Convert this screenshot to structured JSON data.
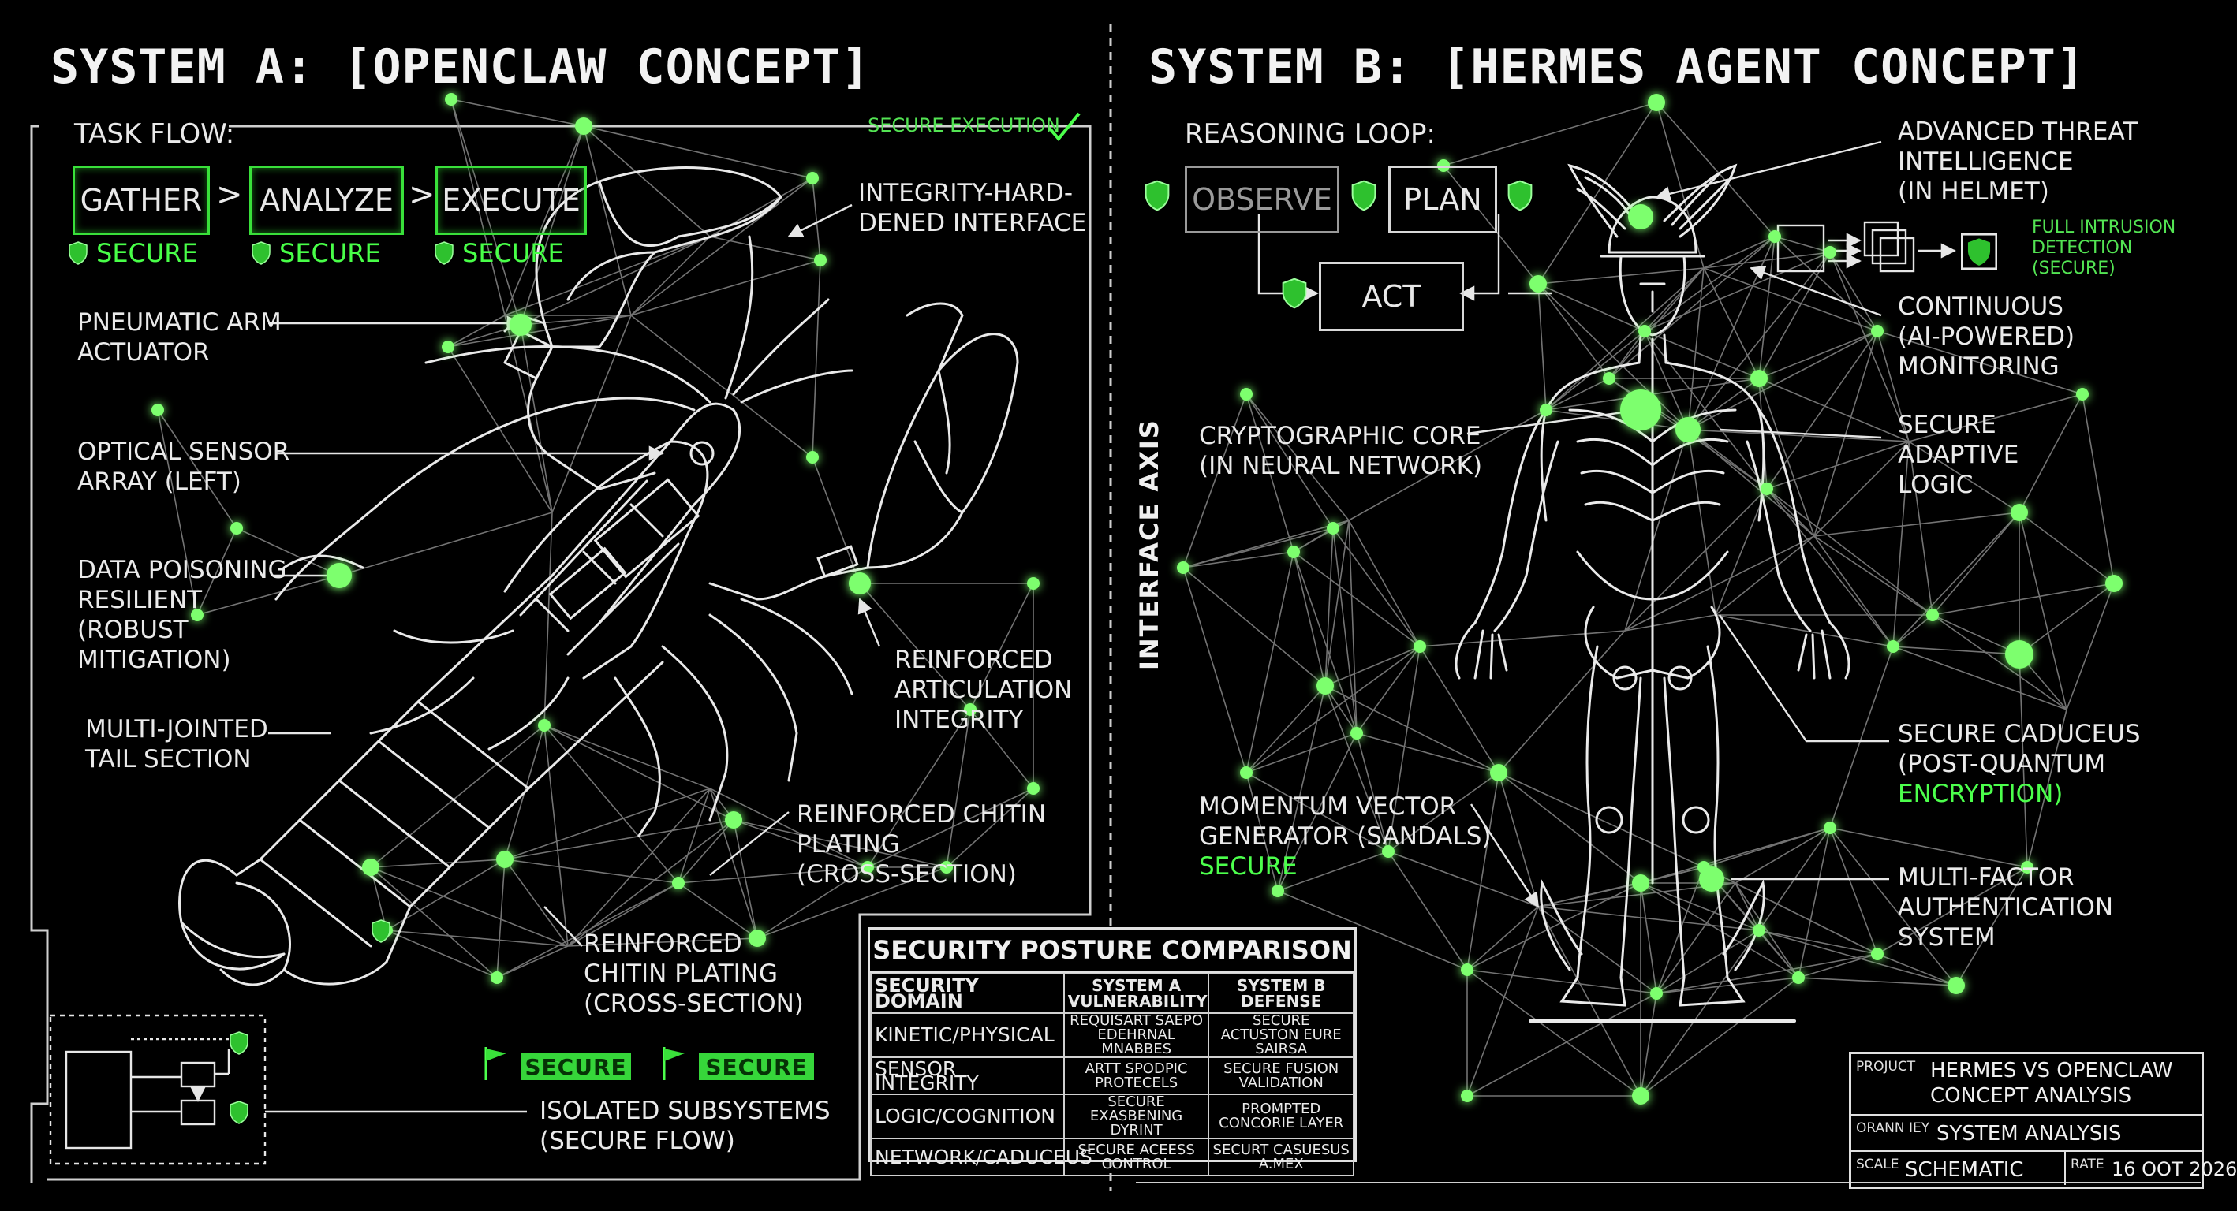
{
  "system_a": {
    "title": "SYSTEM A: [OPENCLAW CONCEPT]",
    "task_flow_label": "TASK FLOW:",
    "steps": [
      "GATHER",
      "ANALYZE",
      "EXECUTE"
    ],
    "step_status": "SECURE",
    "secure_execution": "SECURE EXECUTION",
    "labels": {
      "pneumatic_1": "PNEUMATIC ARM",
      "pneumatic_2": "ACTUATOR",
      "optical_1": "OPTICAL SENSOR",
      "optical_2": "ARRAY (LEFT)",
      "poison_1": "DATA POISONING",
      "poison_2": "RESILIENT",
      "poison_3": "(ROBUST",
      "poison_4": "MITIGATION)",
      "tail_1": "MULTI-JOINTED",
      "tail_2": "TAIL SECTION",
      "integrity_1": "INTEGRITY-HARD-",
      "integrity_2": "DENED INTERFACE",
      "articulation_1": "REINFORCED",
      "articulation_2": "ARTICULATION",
      "articulation_3": "INTEGRITY",
      "chitin_a_1": "REINFORCED CHITIN",
      "chitin_a_2": "PLATING",
      "chitin_a_3": "(CROSS-SECTION)",
      "chitin_b_1": "REINFORCED",
      "chitin_b_2": "CHITIN PLATING",
      "chitin_b_3": "(CROSS-SECTION)",
      "isolated_1": "ISOLATED SUBSYSTEMS",
      "isolated_2": "(SECURE FLOW)"
    },
    "flags": [
      "SECURE",
      "SECURE"
    ]
  },
  "interface_axis": "INTERFACE AXIS",
  "system_b": {
    "title": "SYSTEM B: [HERMES AGENT CONCEPT]",
    "reasoning_loop_label": "REASONING LOOP:",
    "loop": {
      "observe": "OBSERVE",
      "plan": "PLAN",
      "act": "ACT"
    },
    "intrusion_1": "FULL INTRUSION",
    "intrusion_2": "DETECTION",
    "intrusion_3": "(SECURE)",
    "labels": {
      "threat_1": "ADVANCED THREAT",
      "threat_2": "INTELLIGENCE",
      "threat_3": "(IN HELMET)",
      "monitor_1": "CONTINUOUS",
      "monitor_2": "(AI-POWERED)",
      "monitor_3": "MONITORING",
      "adaptive_1": "SECURE",
      "adaptive_2": "ADAPTIVE",
      "adaptive_3": "LOGIC",
      "crypto_1": "CRYPTOGRAPHIC CORE",
      "crypto_2": "(IN NEURAL NETWORK)",
      "caduceus_1": "SECURE CADUCEUS",
      "caduceus_2": "(POST-QUANTUM",
      "caduceus_3": "ENCRYPTION)",
      "momentum_1": "MOMENTUM VECTOR",
      "momentum_2": "GENERATOR (SANDALS)",
      "momentum_3": "SECURE",
      "mfa_1": "MULTI-FACTOR",
      "mfa_2": "AUTHENTICATION",
      "mfa_3": "SYSTEM"
    }
  },
  "posture": {
    "title": "SECURITY POSTURE COMPARISON",
    "headers": [
      "SECURITY DOMAIN",
      "SYSTEM A VULNERABILITY",
      "SYSTEM B DEFENSE"
    ],
    "rows": [
      [
        "KINETIC/PHYSICAL",
        "REQUISART SAEPO EDEHRNAL MNABBES",
        "SECURE ACTUSTON EURE SAIRSA"
      ],
      [
        "SENSOR INTEGRITY",
        "ARTT SPODPIC PROTECELS",
        "SECURE FUSION VALIDATION"
      ],
      [
        "LOGIC/COGNITION",
        "SECURE EXASBENING DYRINT",
        "PROMPTED CONCORIE LAYER"
      ],
      [
        "NETWORK/CADUCEUS",
        "SECURE ACEESS CONTROL",
        "SECURT CASUESUS A.MEX"
      ]
    ]
  },
  "project": {
    "project_key": "PROJUCT",
    "project_val_1": "HERMES VS OPENCLAW",
    "project_val_2": "CONCEPT ANALYSIS",
    "drawn_key": "ORANN IEY",
    "drawn_val": "SYSTEM ANALYSIS",
    "scale_key": "SCALE",
    "scale_val": "SCHEMATIC",
    "rate_key": "RATE",
    "rate_val": "16 OOT 2026"
  },
  "colors": {
    "accent": "#39e03a",
    "glow": "#7dff6e",
    "line": "#dcdcdc",
    "bg": "#000000"
  }
}
